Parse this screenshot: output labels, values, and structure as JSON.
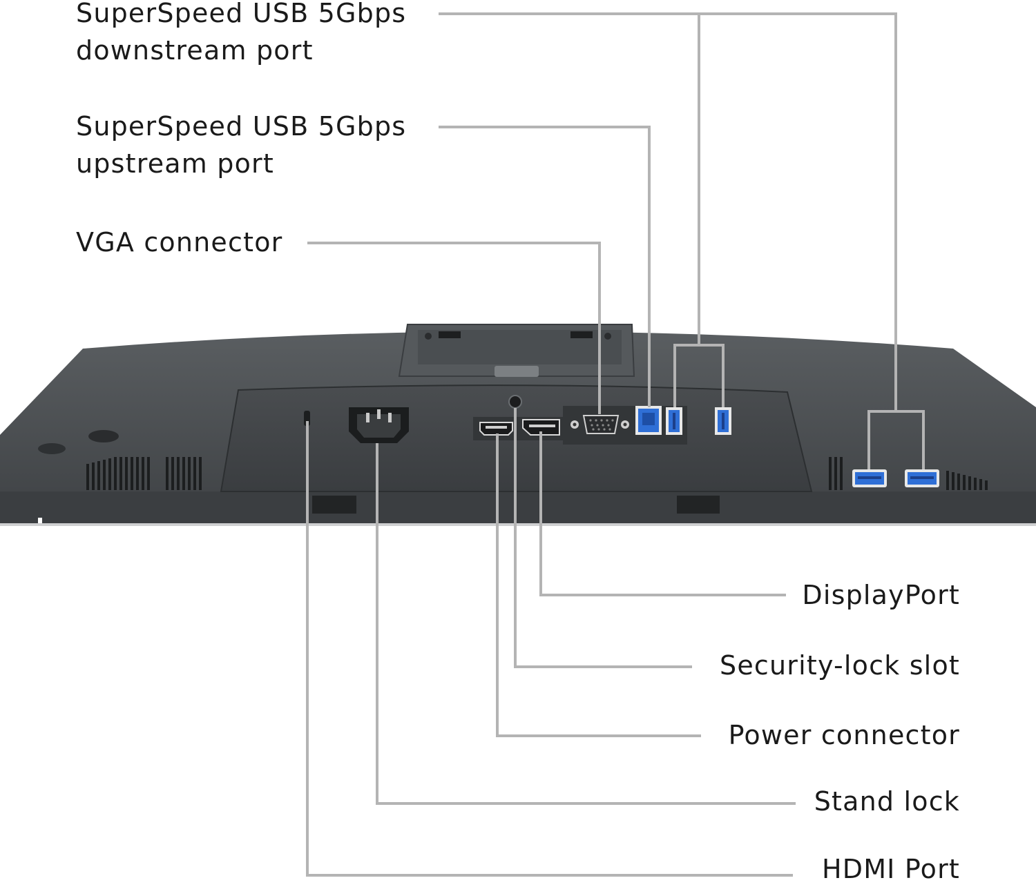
{
  "labels": {
    "usb_downstream": {
      "line1": "SuperSpeed USB 5Gbps",
      "line2": "downstream port"
    },
    "usb_upstream": {
      "line1": "SuperSpeed USB 5Gbps",
      "line2": "upstream port"
    },
    "vga": "VGA connector",
    "displayport": "DisplayPort",
    "security_lock": "Security-lock slot",
    "power": "Power connector",
    "stand_lock": "Stand lock",
    "hdmi": "HDMI Port"
  },
  "colors": {
    "leader_line": "#b4b4b4",
    "monitor_body": "#4f5356",
    "monitor_dark": "#2e3133",
    "usb_blue": "#2f6fd6",
    "label_text": "#1a1a1a"
  }
}
